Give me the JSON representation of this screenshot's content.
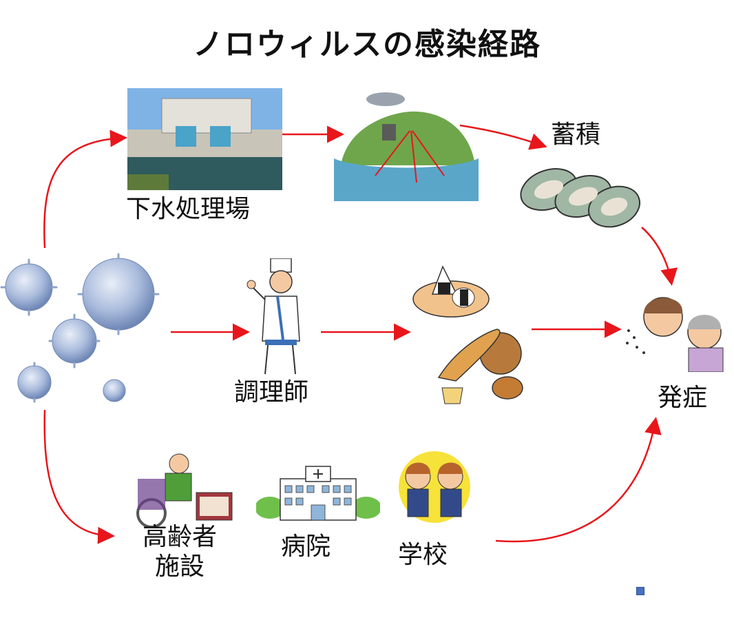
{
  "title": "ノロウィルスの感染経路",
  "nodes": {
    "sewage": "下水処理場",
    "accumulation": "蓄積",
    "cook": "調理師",
    "onset": "発症",
    "elderly_line1": "高齢者",
    "elderly_line2": "施設",
    "hospital": "病院",
    "school": "学校"
  },
  "colors": {
    "arrow": "#e8161b",
    "virus": "#9fb2d6",
    "water": "#5aa6c9"
  }
}
